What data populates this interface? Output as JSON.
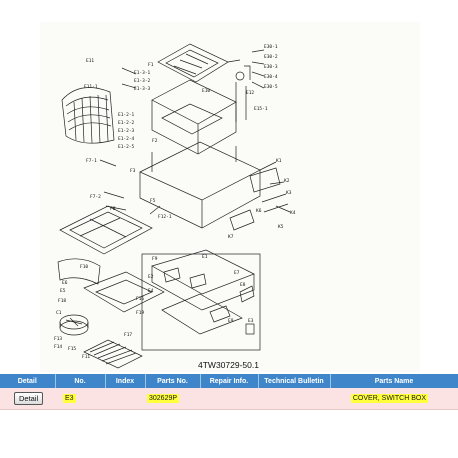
{
  "diagram": {
    "drawing_number": "4TW30729-50.1",
    "labels": [
      {
        "id": "E1",
        "text": "E1"
      },
      {
        "id": "E2",
        "text": "E2"
      },
      {
        "id": "E3",
        "text": "E3"
      },
      {
        "id": "E4",
        "text": "E4"
      },
      {
        "id": "E5",
        "text": "E5"
      },
      {
        "id": "E6",
        "text": "E6"
      },
      {
        "id": "E7",
        "text": "E7"
      },
      {
        "id": "E8",
        "text": "E8"
      },
      {
        "id": "E9",
        "text": "E9"
      },
      {
        "id": "E10",
        "text": "E10"
      },
      {
        "id": "E11",
        "text": "E11"
      },
      {
        "id": "E12",
        "text": "E12"
      },
      {
        "id": "K1",
        "text": "K1"
      },
      {
        "id": "K2",
        "text": "K2"
      },
      {
        "id": "K3",
        "text": "K3"
      },
      {
        "id": "K4",
        "text": "K4"
      },
      {
        "id": "K5",
        "text": "K5"
      },
      {
        "id": "K6",
        "text": "K6"
      },
      {
        "id": "K7",
        "text": "K7"
      },
      {
        "id": "F1",
        "text": "F1"
      },
      {
        "id": "F2",
        "text": "F2"
      },
      {
        "id": "F3",
        "text": "F3"
      },
      {
        "id": "F5",
        "text": "F5"
      },
      {
        "id": "F7-1",
        "text": "F7-1"
      },
      {
        "id": "F7-2",
        "text": "F7-2"
      },
      {
        "id": "F8",
        "text": "F8"
      },
      {
        "id": "F9",
        "text": "F9"
      },
      {
        "id": "F10",
        "text": "F10"
      },
      {
        "id": "F11",
        "text": "F11"
      },
      {
        "id": "F12-1",
        "text": "F12-1"
      },
      {
        "id": "F13",
        "text": "F13"
      },
      {
        "id": "F14",
        "text": "F14"
      },
      {
        "id": "F15",
        "text": "F15"
      },
      {
        "id": "F16",
        "text": "F16"
      },
      {
        "id": "F17",
        "text": "F17"
      },
      {
        "id": "F18",
        "text": "F18"
      },
      {
        "id": "F19",
        "text": "F19"
      },
      {
        "id": "C1",
        "text": "C1"
      },
      {
        "id": "E11-1",
        "text": "E11-1"
      },
      {
        "id": "E15-1",
        "text": "E15-1"
      },
      {
        "id": "E30-1",
        "text": "E30-1"
      },
      {
        "id": "E30-2",
        "text": "E30-2"
      },
      {
        "id": "E30-3",
        "text": "E30-3"
      },
      {
        "id": "E30-4",
        "text": "E30-4"
      },
      {
        "id": "E30-5",
        "text": "E30-5"
      },
      {
        "id": "E1-2-1",
        "text": "E1-2-1"
      },
      {
        "id": "E1-2-2",
        "text": "E1-2-2"
      },
      {
        "id": "E1-2-3",
        "text": "E1-2-3"
      },
      {
        "id": "E1-2-4",
        "text": "E1-2-4"
      },
      {
        "id": "E1-2-5",
        "text": "E1-2-5"
      },
      {
        "id": "E1-3-1",
        "text": "E1-3-1"
      },
      {
        "id": "E1-3-2",
        "text": "E1-3-2"
      },
      {
        "id": "E1-3-3",
        "text": "E1-3-3"
      }
    ]
  },
  "table": {
    "headers": [
      "Detail",
      "No.",
      "Index",
      "Parts No.",
      "Repair Info.",
      "Technical Bulletin",
      "Parts Name"
    ],
    "row": {
      "detail_button": "Detail",
      "no": "E3",
      "index": "",
      "parts_no": "302629P",
      "repair_info": "",
      "technical_bulletin": "",
      "parts_name": "COVER, SWITCH BOX"
    }
  },
  "colors": {
    "header_bg": "#3e86c9",
    "row_bg": "#fbe3e4",
    "highlight": "#ffff3c"
  }
}
